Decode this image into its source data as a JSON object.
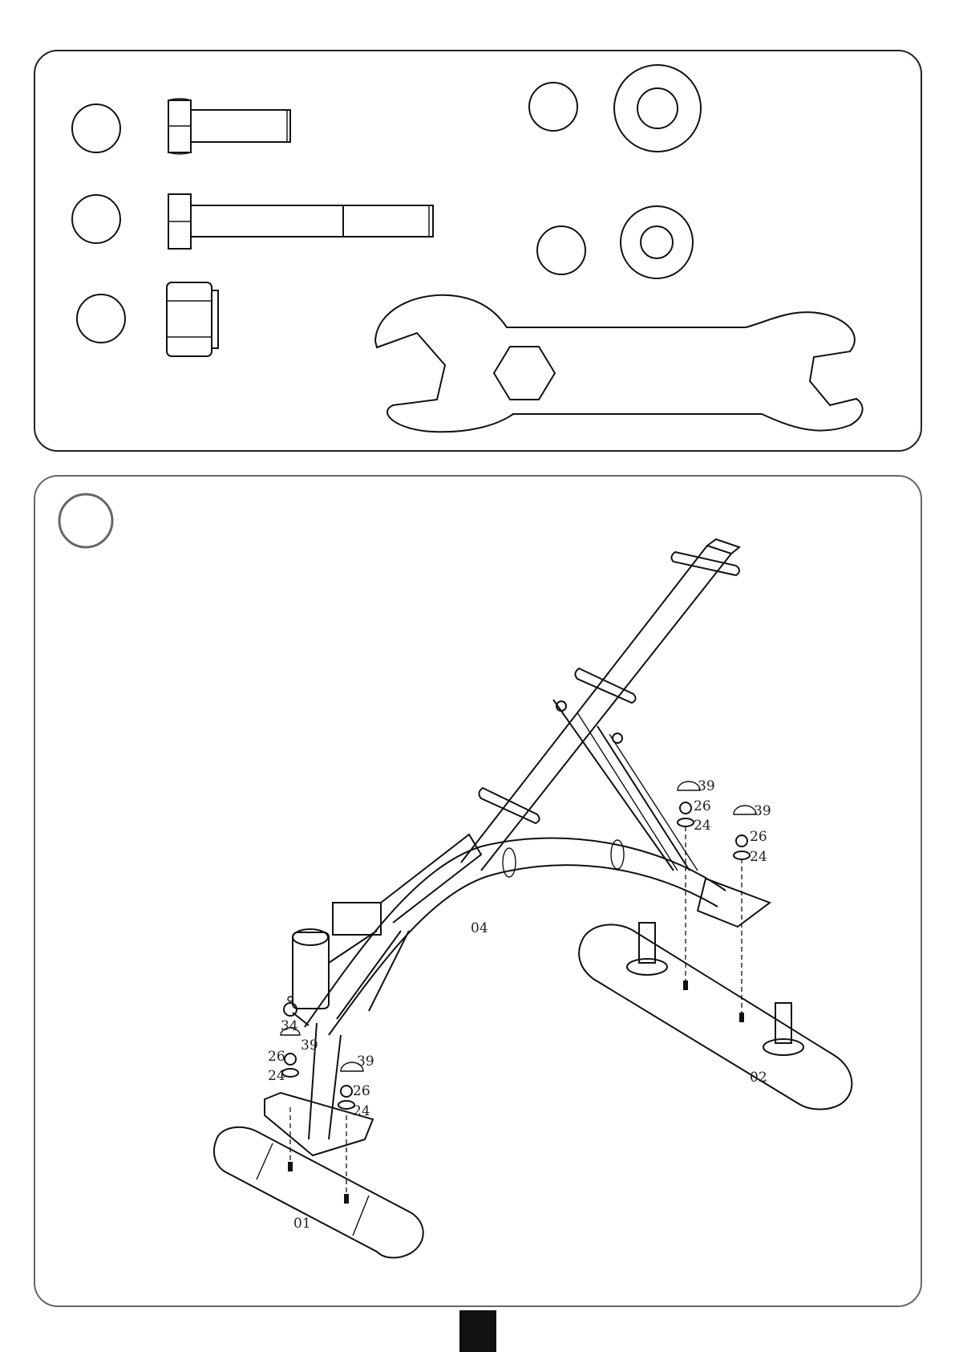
{
  "hardware_panel": {
    "items": [
      {
        "kind": "short bolt",
        "callout": ""
      },
      {
        "kind": "long bolt",
        "callout": ""
      },
      {
        "kind": "nylon lock nut",
        "callout": ""
      },
      {
        "kind": "large washer",
        "callout": ""
      },
      {
        "kind": "small washer",
        "callout": ""
      },
      {
        "kind": "wrench",
        "callout": ""
      }
    ]
  },
  "assembly_panel": {
    "step_number": "",
    "part_labels": {
      "frame": "04",
      "front_stabilizer": "01",
      "rear_stabilizer": "02",
      "spring_pin": "34",
      "cap_left": "39",
      "nut_left": "26",
      "washer_left": "24",
      "cap_mid": "39",
      "nut_mid": "26",
      "washer_mid": "24",
      "cap_r1": "39",
      "nut_r1": "26",
      "washer_r1": "24",
      "cap_r2": "39",
      "nut_r2": "26",
      "washer_r2": "24"
    }
  },
  "page": {
    "number": ""
  }
}
